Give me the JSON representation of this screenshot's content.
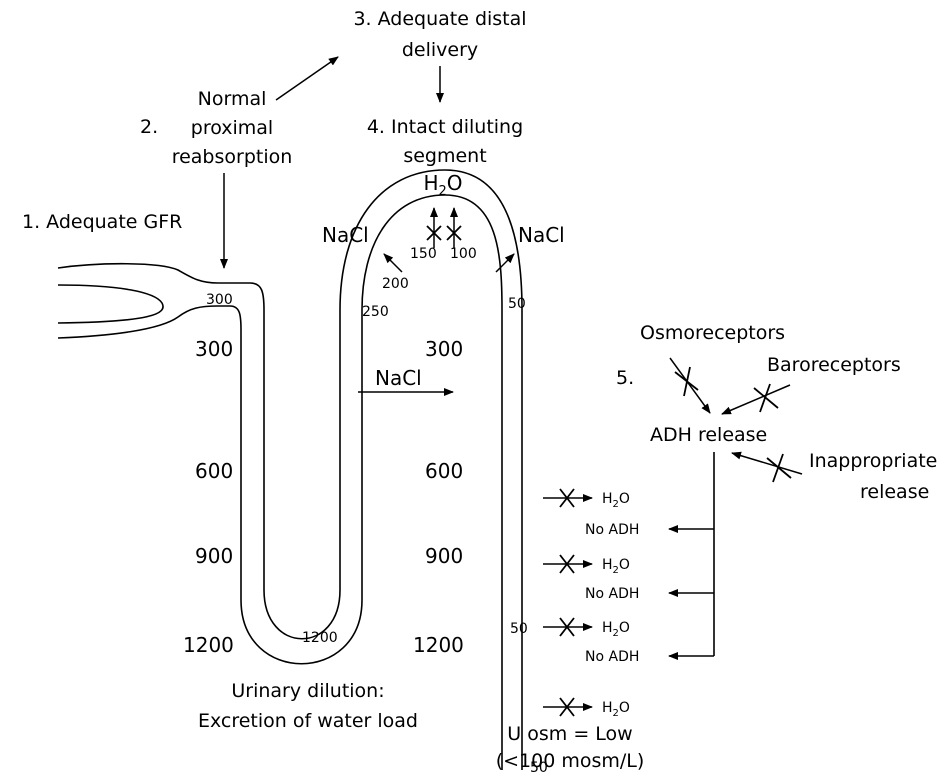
{
  "steps": {
    "gfr": "1.  Adequate GFR",
    "proximal_num": "2.",
    "proximal_l1": "Normal",
    "proximal_l2": "proximal",
    "proximal_l3": "reabsorption",
    "distal_l1": "3. Adequate distal",
    "distal_l2": "delivery",
    "diluting_l1": "4. Intact diluting",
    "diluting_l2": "segment",
    "adh_num": "5."
  },
  "solutes": {
    "water": "H",
    "water_sub": "2",
    "water_end": "O",
    "nacl": "NaCl"
  },
  "tubule_values": {
    "proximal": "300",
    "loop_bottom": "1200",
    "asc_250": "250",
    "asc_200": "200",
    "top_150": "150",
    "top_100": "100",
    "distal_50": "50",
    "collecting_50": "50",
    "collecting_end_50": "50"
  },
  "interstitium": {
    "left": [
      "300",
      "600",
      "900",
      "1200"
    ],
    "right": [
      "300",
      "600",
      "900",
      "1200"
    ]
  },
  "adh": {
    "osmoreceptors": "Osmoreceptors",
    "baroreceptors": "Baroreceptors",
    "release": "ADH release",
    "inappropriate_l1": "Inappropriate",
    "inappropriate_l2": "release",
    "no_adh": "No ADH",
    "h2o_h": "H",
    "h2o_sub": "2",
    "h2o_o": "O"
  },
  "footer": {
    "dilution_l1": "Urinary dilution:",
    "dilution_l2": "Excretion of water load",
    "uosm_l1": "U osm = Low",
    "uosm_l2": "(<100 mosm/L)"
  }
}
